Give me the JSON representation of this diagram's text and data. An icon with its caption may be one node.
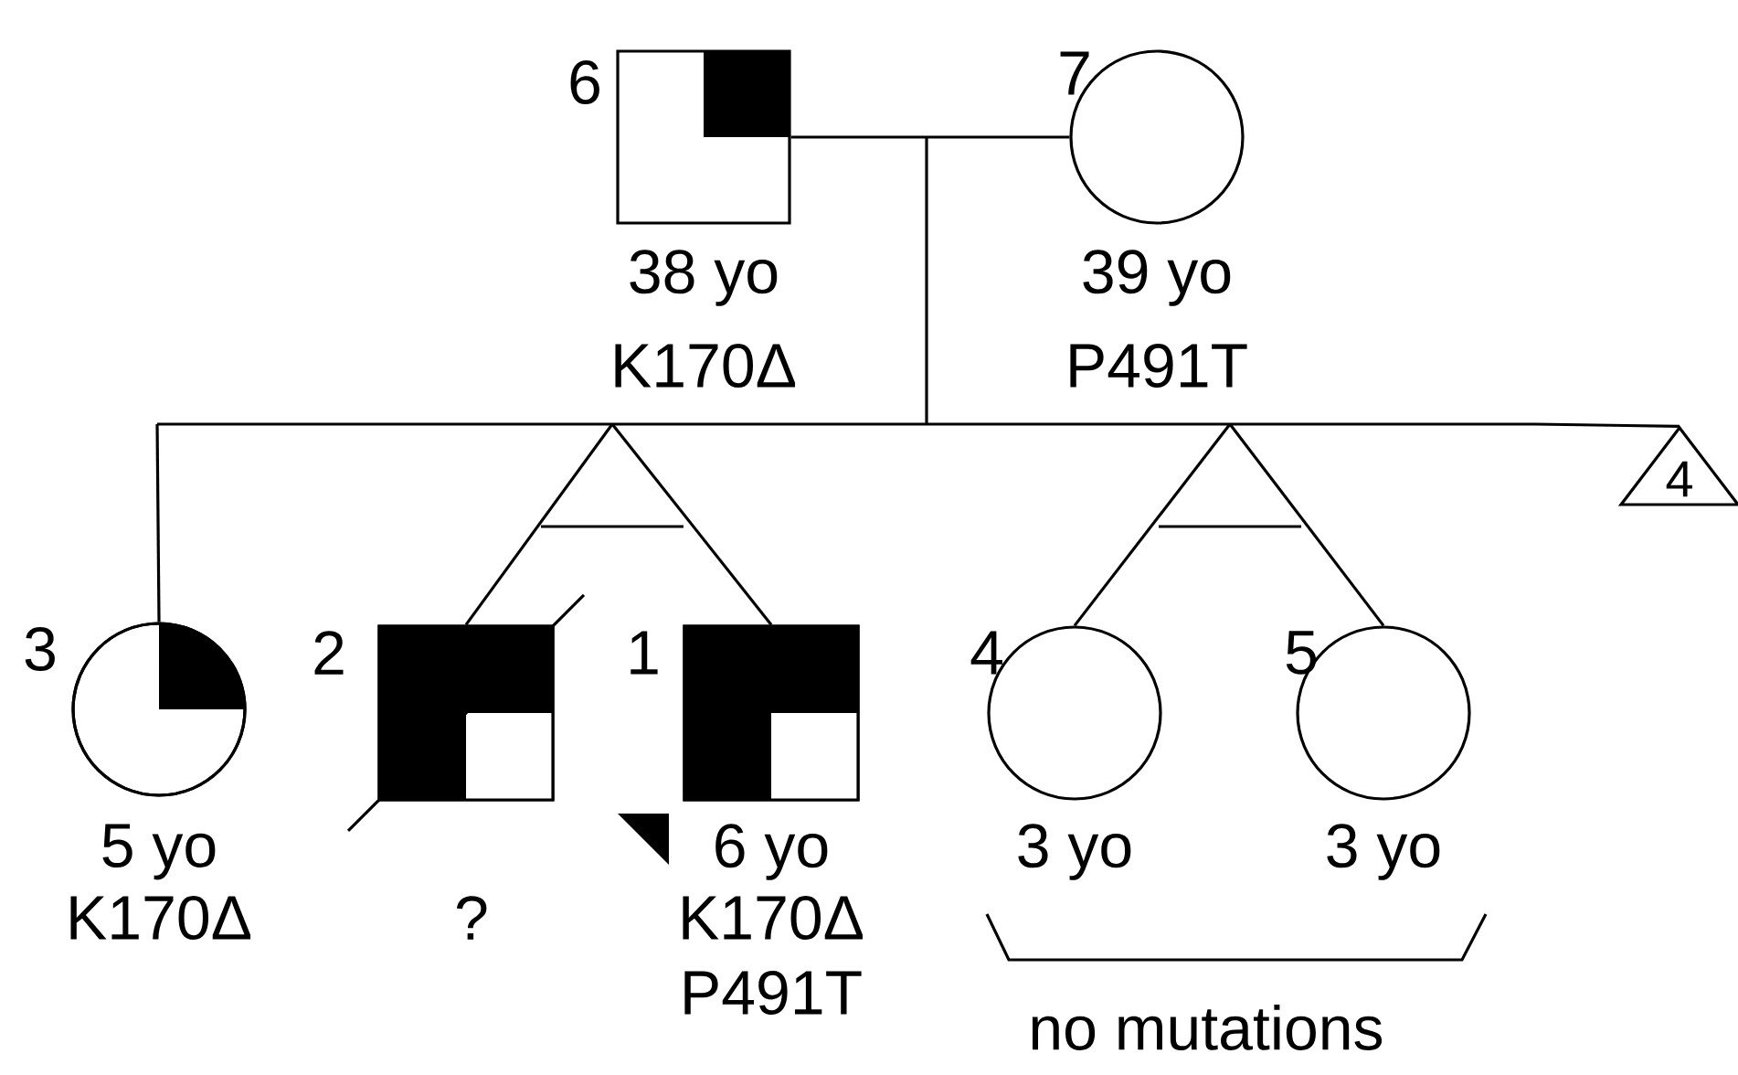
{
  "diagram": {
    "nodes": [
      {
        "text": [
          "6"
        ],
        "beside": [
          "38 yo",
          "K170Δ"
        ]
      },
      {
        "text": [
          "7"
        ],
        "beside": [
          "39 yo",
          "P491T"
        ]
      },
      {
        "text": [
          "4"
        ]
      },
      {
        "text": [
          "3"
        ],
        "beside": [
          "5 yo",
          "K170Δ"
        ]
      },
      {
        "text": [
          "2"
        ],
        "beside": [
          "?"
        ]
      },
      {
        "text": [
          "1"
        ],
        "beside": [
          "6 yo",
          "K170Δ",
          "P491T"
        ]
      },
      {
        "text": [
          "4"
        ],
        "beside": [
          "3 yo"
        ]
      },
      {
        "text": [
          "5"
        ],
        "beside": [
          "3 yo"
        ]
      }
    ],
    "edges": [
      {
        "from": 0,
        "to": 1,
        "arrow": "none"
      },
      {
        "from": null,
        "to": 2,
        "arrow": "none"
      },
      {
        "from": null,
        "to": 3,
        "arrow": "none"
      },
      {
        "from": null,
        "to": 4,
        "arrow": "none"
      },
      {
        "from": null,
        "to": 5,
        "arrow": "none"
      },
      {
        "from": null,
        "to": 6,
        "arrow": "none"
      },
      {
        "from": null,
        "to": 7,
        "arrow": "none"
      }
    ],
    "labels": [
      "no mutations"
    ]
  }
}
